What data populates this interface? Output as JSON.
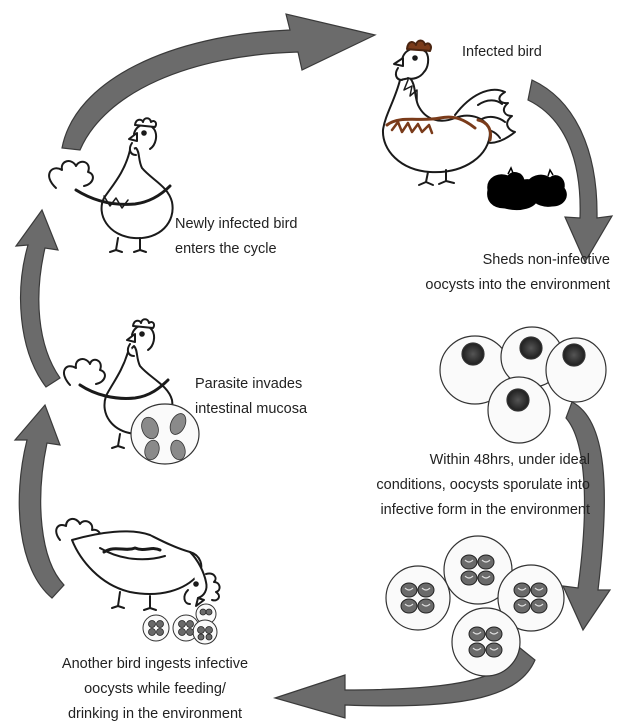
{
  "stages": {
    "infected_bird": [
      "Infected bird"
    ],
    "sheds": [
      "Sheds non-infective",
      "oocysts into the environment"
    ],
    "sporulate": [
      "Within 48hrs, under ideal",
      "conditions, oocysts sporulate into",
      "infective form in the environment"
    ],
    "ingests": [
      "Another bird ingests infective",
      "oocysts while feeding/",
      "drinking in the environment"
    ],
    "invades": [
      "Parasite invades",
      "intestinal mucosa"
    ],
    "newly_infected": [
      "Newly infected bird",
      "enters the cycle"
    ]
  },
  "colors": {
    "arrow_fill": "#6b6b6b",
    "arrow_stroke": "#3a3a3a",
    "oocyst_nucleus": "#2b2b2b",
    "feces": "#000000",
    "outline": "#1a1a1a",
    "infected_comb": "#7a3b1a"
  }
}
